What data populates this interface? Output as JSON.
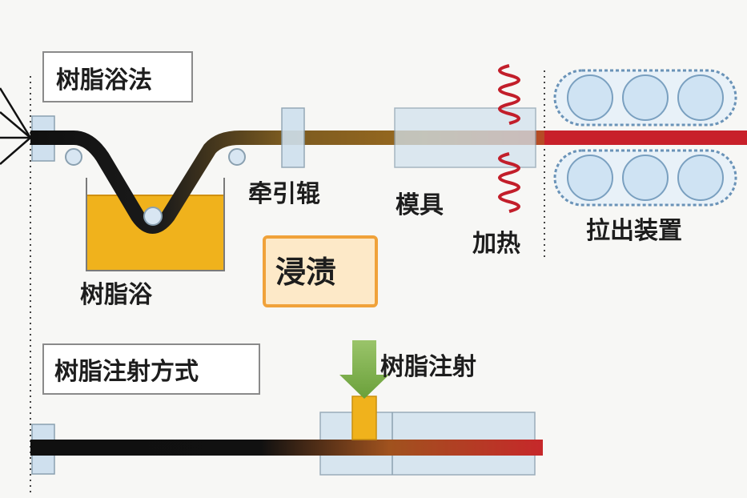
{
  "top_method": {
    "title": "树脂浴法",
    "resin_bath_label": "树脂浴",
    "pull_roller_label": "牵引辊",
    "die_label": "模具",
    "heating_label": "加热",
    "puller_label": "拉出装置",
    "impregnation_label": "浸渍"
  },
  "bottom_method": {
    "title": "树脂注射方式",
    "injection_label": "树脂注射"
  },
  "colors": {
    "fiber_dark": "#141414",
    "resin": "#f0b21c",
    "heated_red": "#c42a2a",
    "roller_blue": "#cfe3f3",
    "arrow_green": "#7fb24a"
  }
}
